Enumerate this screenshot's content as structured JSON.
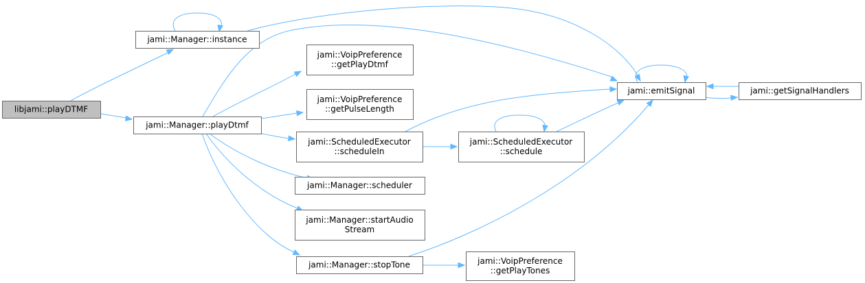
{
  "graph": {
    "nodes": [
      {
        "id": "playDTMF",
        "lines": [
          "libjami::playDTMF"
        ],
        "root": true
      },
      {
        "id": "instance",
        "lines": [
          "jami::Manager::instance"
        ]
      },
      {
        "id": "playDtmf",
        "lines": [
          "jami::Manager::playDtmf"
        ]
      },
      {
        "id": "getPlayDtmf",
        "lines": [
          "jami::VoipPreference",
          "::getPlayDtmf"
        ]
      },
      {
        "id": "getPulseLength",
        "lines": [
          "jami::VoipPreference",
          "::getPulseLength"
        ]
      },
      {
        "id": "scheduleIn",
        "lines": [
          "jami::ScheduledExecutor",
          "::scheduleIn"
        ]
      },
      {
        "id": "scheduler",
        "lines": [
          "jami::Manager::scheduler"
        ]
      },
      {
        "id": "startAudioStream",
        "lines": [
          "jami::Manager::startAudio",
          "Stream"
        ]
      },
      {
        "id": "stopTone",
        "lines": [
          "jami::Manager::stopTone"
        ]
      },
      {
        "id": "emitSignal",
        "lines": [
          "jami::emitSignal"
        ]
      },
      {
        "id": "schedule",
        "lines": [
          "jami::ScheduledExecutor",
          "::schedule"
        ]
      },
      {
        "id": "getPlayTones",
        "lines": [
          "jami::VoipPreference",
          "::getPlayTones"
        ]
      },
      {
        "id": "getSignalHandlers",
        "lines": [
          "jami::getSignalHandlers"
        ]
      }
    ],
    "edges": [
      {
        "from": "playDTMF",
        "to": "instance"
      },
      {
        "from": "playDTMF",
        "to": "playDtmf"
      },
      {
        "from": "instance",
        "to": "instance"
      },
      {
        "from": "instance",
        "to": "emitSignal"
      },
      {
        "from": "playDtmf",
        "to": "emitSignal"
      },
      {
        "from": "playDtmf",
        "to": "getPlayDtmf"
      },
      {
        "from": "playDtmf",
        "to": "getPulseLength"
      },
      {
        "from": "playDtmf",
        "to": "scheduleIn"
      },
      {
        "from": "playDtmf",
        "to": "scheduler"
      },
      {
        "from": "playDtmf",
        "to": "startAudioStream"
      },
      {
        "from": "playDtmf",
        "to": "stopTone"
      },
      {
        "from": "scheduleIn",
        "to": "emitSignal"
      },
      {
        "from": "scheduleIn",
        "to": "schedule"
      },
      {
        "from": "schedule",
        "to": "schedule"
      },
      {
        "from": "schedule",
        "to": "emitSignal"
      },
      {
        "from": "stopTone",
        "to": "emitSignal"
      },
      {
        "from": "stopTone",
        "to": "getPlayTones"
      },
      {
        "from": "emitSignal",
        "to": "emitSignal"
      },
      {
        "from": "emitSignal",
        "to": "getSignalHandlers"
      },
      {
        "from": "getSignalHandlers",
        "to": "emitSignal"
      }
    ],
    "colors": {
      "edge": "#63b8ff",
      "node_border": "#666666",
      "root_fill": "#bfbfbf",
      "node_fill": "#ffffff"
    }
  }
}
